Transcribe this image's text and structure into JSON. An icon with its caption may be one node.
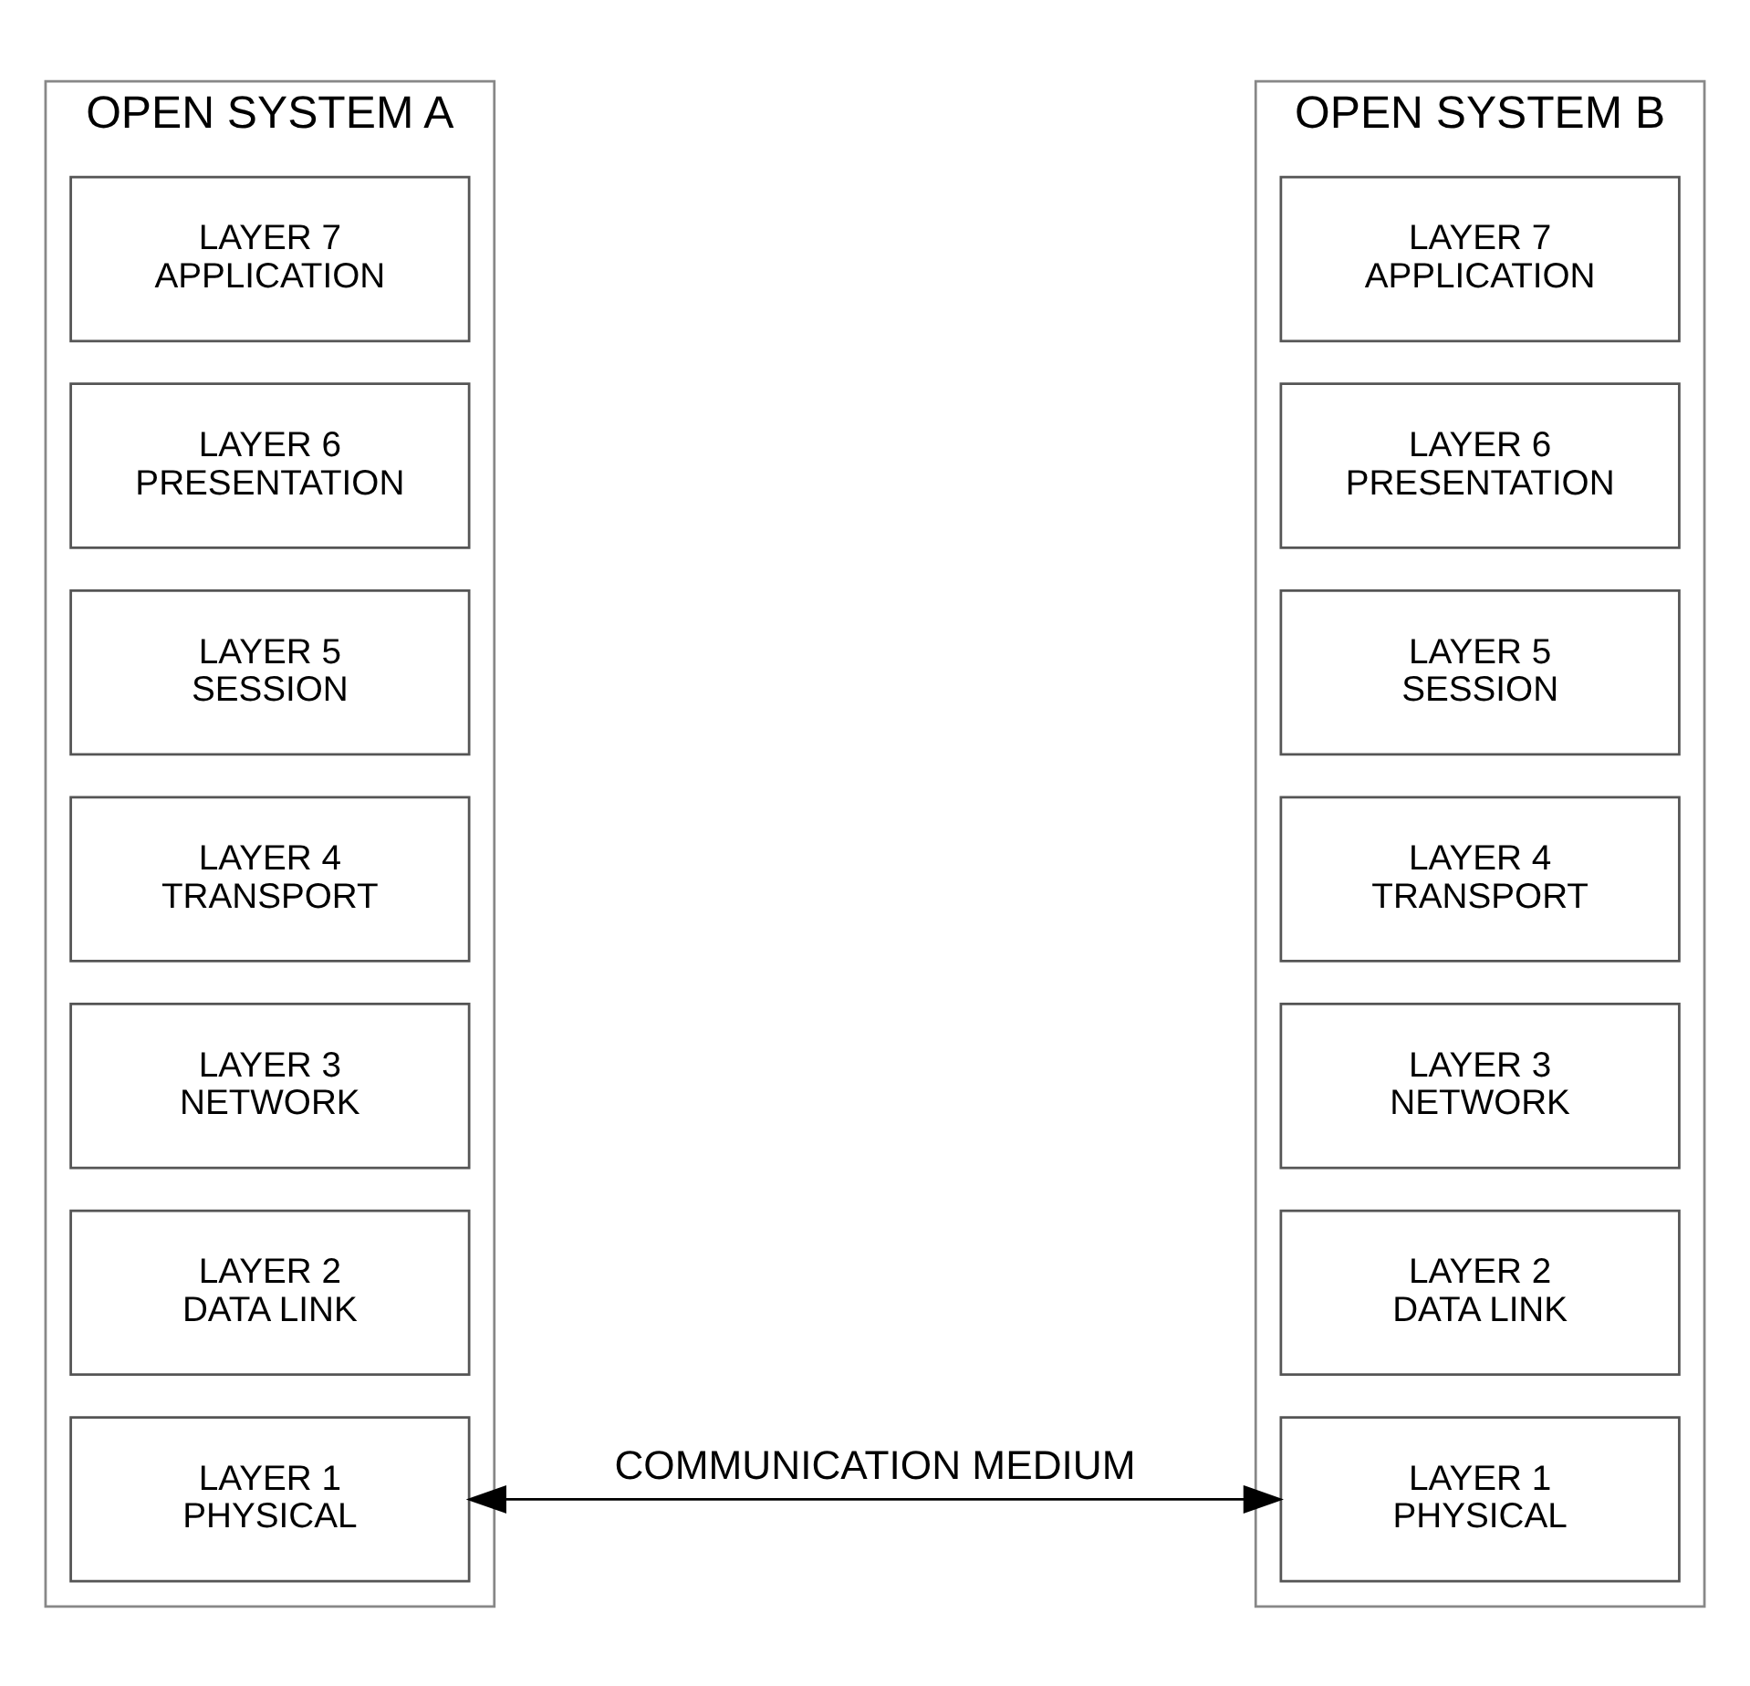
{
  "diagram": {
    "nodes": [
      {
        "text": [
          "OPEN SYSTEM A"
        ]
      },
      {
        "text": [
          "LAYER 7",
          "APPLICATION"
        ],
        "in": 0
      },
      {
        "text": [
          "LAYER 6",
          "PRESENTATION"
        ],
        "in": 0
      },
      {
        "text": [
          "LAYER 5",
          "SESSION"
        ],
        "in": 0
      },
      {
        "text": [
          "LAYER 4",
          "TRANSPORT"
        ],
        "in": 0
      },
      {
        "text": [
          "LAYER 3",
          "NETWORK"
        ],
        "in": 0
      },
      {
        "text": [
          "LAYER 2",
          "DATA LINK"
        ],
        "in": 0
      },
      {
        "text": [
          "LAYER 1",
          "PHYSICAL"
        ],
        "in": 0
      },
      {
        "text": [
          "OPEN SYSTEM B"
        ]
      },
      {
        "text": [
          "LAYER 7",
          "APPLICATION"
        ],
        "in": 8
      },
      {
        "text": [
          "LAYER 6",
          "PRESENTATION"
        ],
        "in": 8
      },
      {
        "text": [
          "LAYER 5",
          "SESSION"
        ],
        "in": 8
      },
      {
        "text": [
          "LAYER 4",
          "TRANSPORT"
        ],
        "in": 8
      },
      {
        "text": [
          "LAYER 3",
          "NETWORK"
        ],
        "in": 8
      },
      {
        "text": [
          "LAYER 2",
          "DATA LINK"
        ],
        "in": 8
      },
      {
        "text": [
          "LAYER 1",
          "PHYSICAL"
        ],
        "in": 8
      }
    ],
    "edges": [
      {
        "from": 7,
        "to": 15,
        "arrow": "both",
        "label": "COMMUNICATION MEDIUM"
      }
    ]
  }
}
